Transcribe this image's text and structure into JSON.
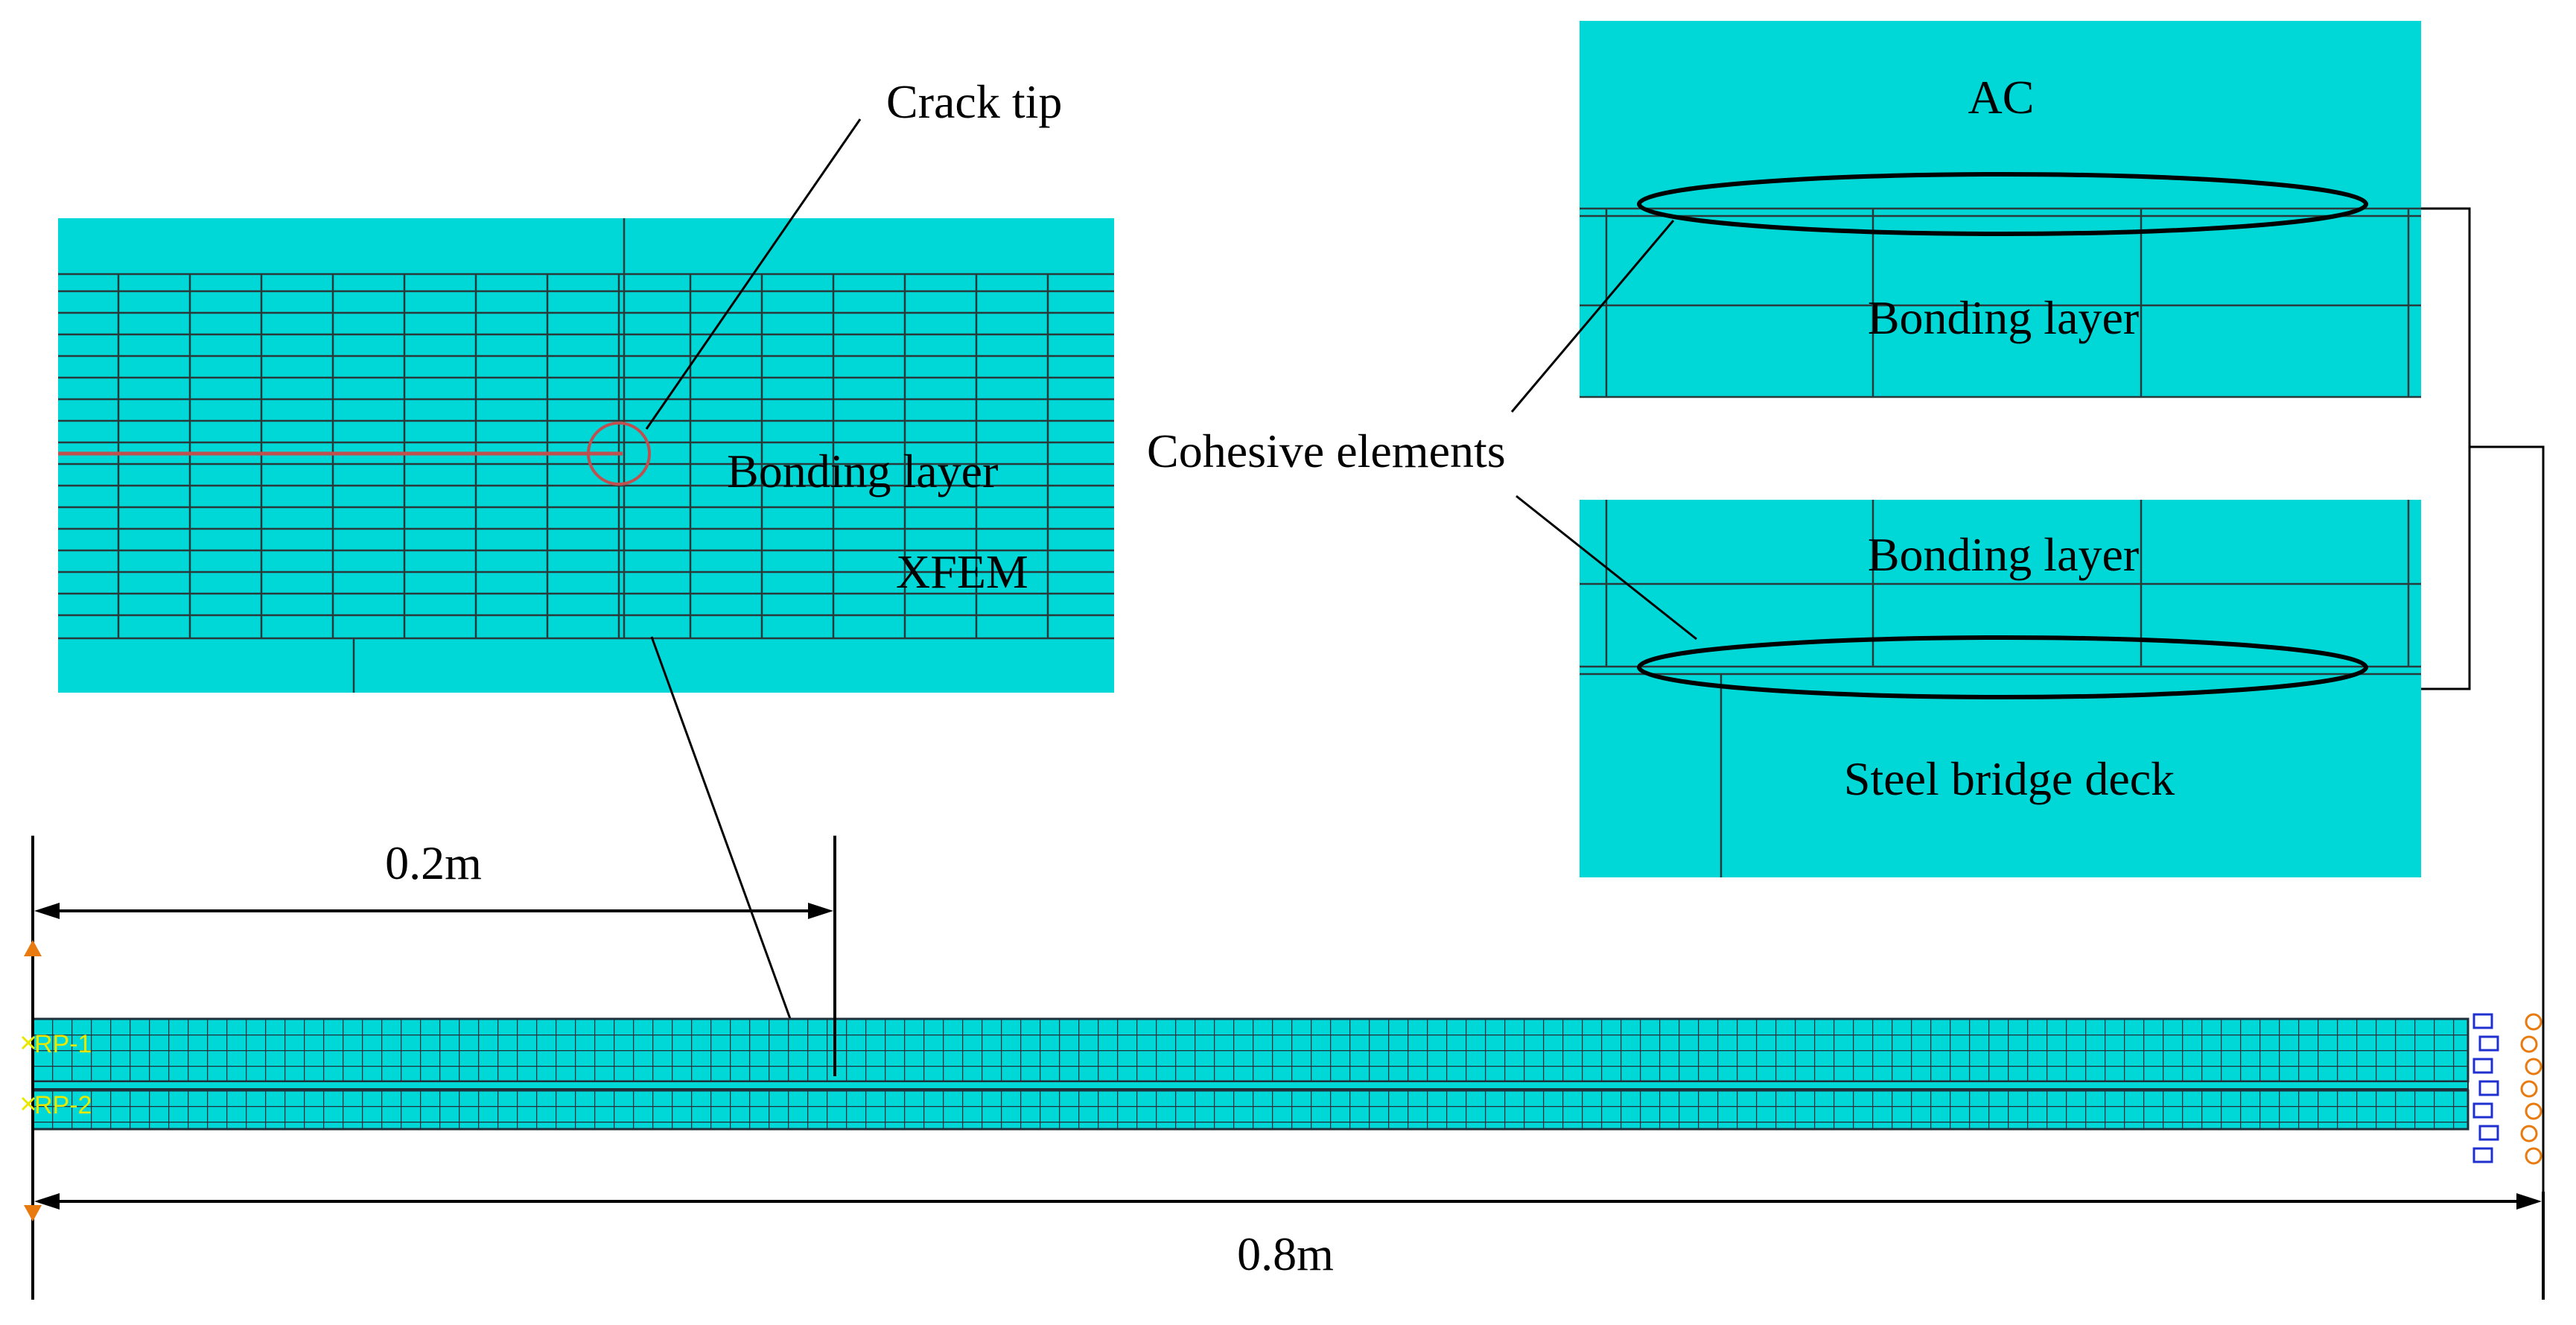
{
  "labels": {
    "crack_tip": "Crack tip",
    "xfem_bonding_layer": "Bonding layer",
    "xfem": "XFEM",
    "ac": "AC",
    "top_bonding_layer": "Bonding layer",
    "cohesive_elements": "Cohesive elements",
    "bottom_bonding_layer": "Bonding layer",
    "steel_bridge_deck": "Steel bridge deck",
    "dim_crack_length": "0.2m",
    "dim_total_length": "0.8m",
    "rp1": "RP-1",
    "rp2": "RP-2"
  },
  "colors": {
    "mesh_fill": "#00d8d8",
    "mesh_line": "#2a3a3a",
    "crack_line": "#c05050",
    "boundary_marker": "#e87a10",
    "rp_label": "#e8e800",
    "support_symbol": "#2030d0",
    "annotation_line": "#000000"
  }
}
